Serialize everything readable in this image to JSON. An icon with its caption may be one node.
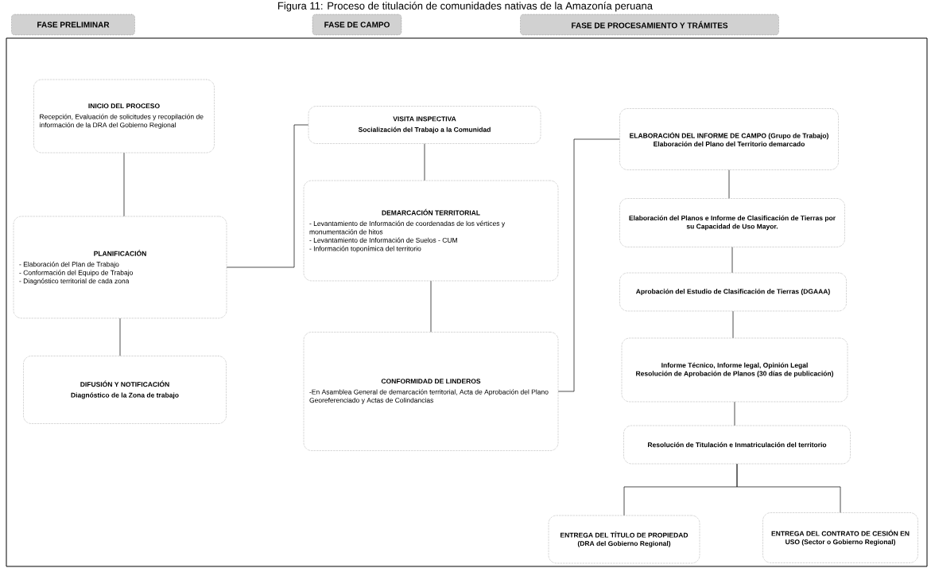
{
  "diagram": {
    "title": "Figura 11: Proceso de titulación de comunidades nativas de la Amazonía peruana",
    "nodes": [
      {
        "text": [
          "FASE PRELIMINAR"
        ]
      },
      {
        "text": [
          "FASE DE CAMPO"
        ]
      },
      {
        "text": [
          "FASE DE PROCESAMIENTO Y TRÁMITES"
        ]
      },
      {
        "text": [
          "INICIO DEL PROCESO",
          "Recepción, Evaluación de solicitudes y recopilación de información de la DRA del Gobierno Regional"
        ]
      },
      {
        "text": [
          "PLANIFICACIÓN",
          "- Elaboración del Plan de Trabajo",
          "- Conformación del Equipo de Trabajo",
          "- Diagnóstico territorial de cada zona"
        ]
      },
      {
        "text": [
          "DIFUSIÓN Y NOTIFICACIÓN",
          "Diagnóstico de la Zona de trabajo"
        ]
      },
      {
        "text": [
          "VISITA INSPECTIVA",
          "Socialización del Trabajo a la Comunidad"
        ]
      },
      {
        "text": [
          "DEMARCACIÓN TERRITORIAL",
          "- Levantamiento de Información de coordenadas de los vértices y monumentación de hitos",
          "- Levantamiento de Información de Suelos - CUM",
          "- Información toponímica del territorio"
        ]
      },
      {
        "text": [
          "CONFORMIDAD DE LINDEROS",
          "-En Asamblea General de demarcación territorial, Acta de Aprobación del Plano Georeferenciado y Actas de Colindancias"
        ]
      },
      {
        "text": [
          "ELABORACIÓN DEL INFORME DE CAMPO (Grupo de Trabajo)",
          "Elaboración del Plano del Territorio demarcado"
        ]
      },
      {
        "text": [
          "Elaboración del Planos e Informe de Clasificación de Tierras por su Capacidad de Uso Mayor."
        ]
      },
      {
        "text": [
          "Aprobación del Estudio de Clasificación de Tierras (DGAAA)"
        ]
      },
      {
        "text": [
          "Informe Técnico, Informe legal, Opinión Legal",
          "Resolución de Aprobación de Planos (30 días de publicación)"
        ]
      },
      {
        "text": [
          "Resolución de Titulación e Inmatriculación del territorio"
        ]
      },
      {
        "text": [
          "ENTREGA DEL TÍTULO DE PROPIEDAD (DRA del Gobierno Regional)"
        ]
      },
      {
        "text": [
          "ENTREGA DEL CONTRATO DE CESIÓN EN USO (Sector o Gobierno Regional)"
        ]
      }
    ],
    "edges": [
      {
        "from": 3,
        "to": 4,
        "arrow": "none"
      },
      {
        "from": 4,
        "to": 5,
        "arrow": "none"
      },
      {
        "from": 4,
        "to": 6,
        "arrow": "none"
      },
      {
        "from": 6,
        "to": 7,
        "arrow": "none"
      },
      {
        "from": 7,
        "to": 8,
        "arrow": "none"
      },
      {
        "from": 8,
        "to": 9,
        "arrow": "none"
      },
      {
        "from": 9,
        "to": 10,
        "arrow": "none"
      },
      {
        "from": 10,
        "to": 11,
        "arrow": "none"
      },
      {
        "from": 11,
        "to": 12,
        "arrow": "none"
      },
      {
        "from": 12,
        "to": 13,
        "arrow": "none"
      },
      {
        "from": 13,
        "to": 14,
        "arrow": "none"
      },
      {
        "from": 13,
        "to": 15,
        "arrow": "none"
      }
    ]
  }
}
